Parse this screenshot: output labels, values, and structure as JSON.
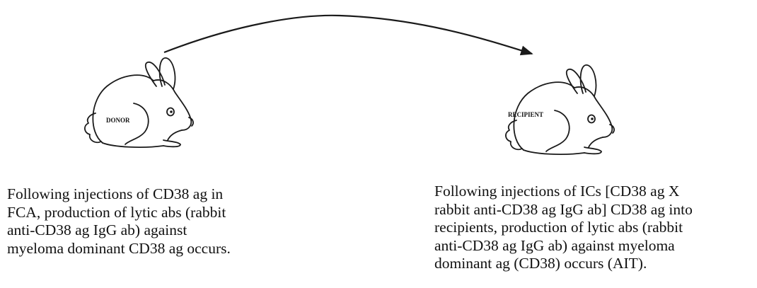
{
  "donor": {
    "label": "DONOR",
    "caption_lines": [
      "Following injections of CD38 ag in",
      "FCA, production of lytic abs (rabbit",
      "anti-CD38 ag IgG ab) against",
      "myeloma dominant CD38 ag occurs."
    ]
  },
  "recipient": {
    "label": "RECIPIENT",
    "caption_lines": [
      "Following injections of ICs [CD38 ag X",
      "rabbit anti-CD38 ag IgG ab] CD38 ag into",
      "recipients, production of lytic abs (rabbit",
      "anti-CD38 ag IgG ab) against myeloma",
      "dominant ag (CD38) occurs (AIT)."
    ]
  }
}
